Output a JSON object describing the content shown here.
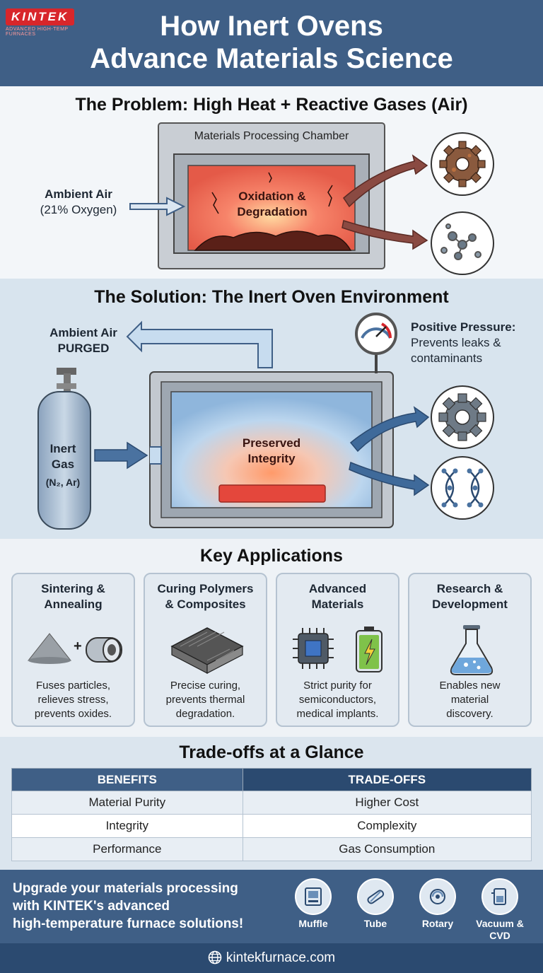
{
  "header": {
    "logo_text": "KINTEK",
    "logo_sub": "ADVANCED HIGH-TEMP FURNACES",
    "title_line1": "How Inert Ovens",
    "title_line2": "Advance Materials Science"
  },
  "problem": {
    "title": "The Problem: High Heat + Reactive Gases (Air)",
    "chamber_label": "Materials Processing Chamber",
    "air_label": "Ambient Air",
    "air_sub": "(21% Oxygen)",
    "center_line1": "Oxidation &",
    "center_line2": "Degradation"
  },
  "solution": {
    "title": "The Solution: The Inert Oven Environment",
    "purged_line1": "Ambient Air",
    "purged_line2": "PURGED",
    "pressure_head": "Positive Pressure:",
    "pressure_line1": "Prevents leaks &",
    "pressure_line2": "contaminants",
    "inert_line1": "Inert",
    "inert_line2": "Gas",
    "inert_formula": "(N₂, Ar)",
    "center_line1": "Preserved",
    "center_line2": "Integrity"
  },
  "applications": {
    "title": "Key Applications",
    "cards": [
      {
        "title1": "Sintering &",
        "title2": "Annealing",
        "text1": "Fuses particles,",
        "text2": "relieves stress,",
        "text3": "prevents oxides.",
        "icon": "powder-plus-cylinder-icon"
      },
      {
        "title1": "Curing Polymers",
        "title2": "& Composites",
        "text1": "Precise curing,",
        "text2": "prevents thermal",
        "text3": "degradation.",
        "icon": "composite-layers-icon"
      },
      {
        "title1": "Advanced",
        "title2": "Materials",
        "text1": "Strict purity for",
        "text2": "semiconductors,",
        "text3": "medical implants.",
        "icon": "chip-battery-icon"
      },
      {
        "title1": "Research &",
        "title2": "Development",
        "text1": "Enables new",
        "text2": "material",
        "text3": "discovery.",
        "icon": "flask-icon"
      }
    ]
  },
  "tradeoffs": {
    "title": "Trade-offs at a Glance",
    "headers": [
      "BENEFITS",
      "TRADE-OFFS"
    ],
    "rows": [
      [
        "Material Purity",
        "Higher Cost"
      ],
      [
        "Integrity",
        "Complexity"
      ],
      [
        "Performance",
        "Gas Consumption"
      ]
    ]
  },
  "cta": {
    "line1": "Upgrade your materials processing",
    "line2": "with KINTEK's advanced",
    "line3": "high-temperature furnace solutions!",
    "products": [
      {
        "label1": "Muffle",
        "label2": "",
        "icon": "muffle-furnace-icon"
      },
      {
        "label1": "Tube",
        "label2": "",
        "icon": "tube-furnace-icon"
      },
      {
        "label1": "Rotary",
        "label2": "",
        "icon": "rotary-furnace-icon"
      },
      {
        "label1": "Vacuum &",
        "label2": "CVD Systems",
        "icon": "vacuum-cvd-icon"
      }
    ]
  },
  "footer": {
    "url": "kintekfurnace.com",
    "icon": "globe-icon"
  },
  "colors": {
    "header_bg": "#3f5f86",
    "accent_red": "#d8262b",
    "heat_red": "#e8553e",
    "cool_blue": "#4a72a0"
  }
}
